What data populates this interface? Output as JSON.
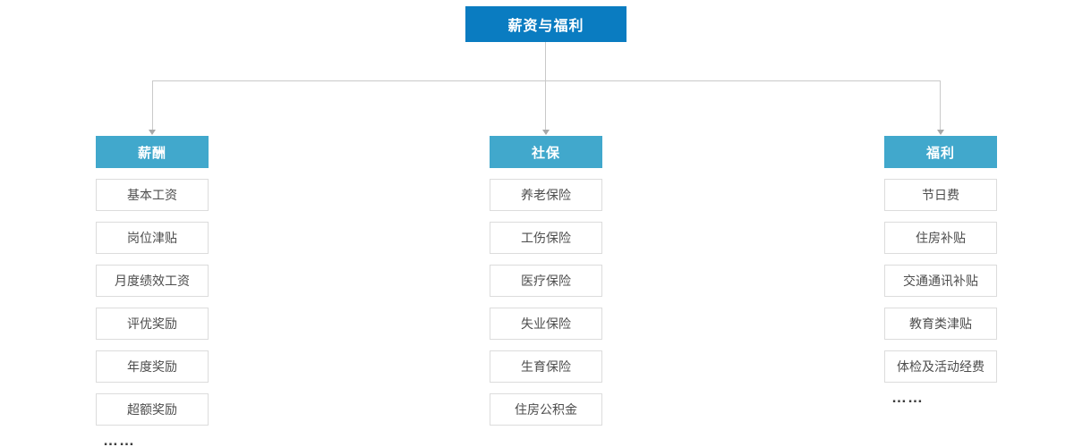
{
  "chart": {
    "root": {
      "label": "薪资与福利"
    },
    "columns": [
      {
        "header": "薪酬",
        "items": [
          "基本工资",
          "岗位津贴",
          "月度绩效工资",
          "评优奖励",
          "年度奖励",
          "超额奖励"
        ],
        "ellipsis": "……"
      },
      {
        "header": "社保",
        "items": [
          "养老保险",
          "工伤保险",
          "医疗保险",
          "失业保险",
          "生育保险",
          "住房公积金"
        ]
      },
      {
        "header": "福利",
        "items": [
          "节日费",
          "住房补贴",
          "交通通讯补贴",
          "教育类津贴",
          "体检及活动经费"
        ],
        "ellipsis": "……"
      }
    ],
    "colors": {
      "root_bg": "#0a7cc1",
      "header_bg": "#41a8cc",
      "line": "#c9c9c9",
      "item_border": "#dcdcdc",
      "item_text": "#4d4d4d"
    }
  }
}
